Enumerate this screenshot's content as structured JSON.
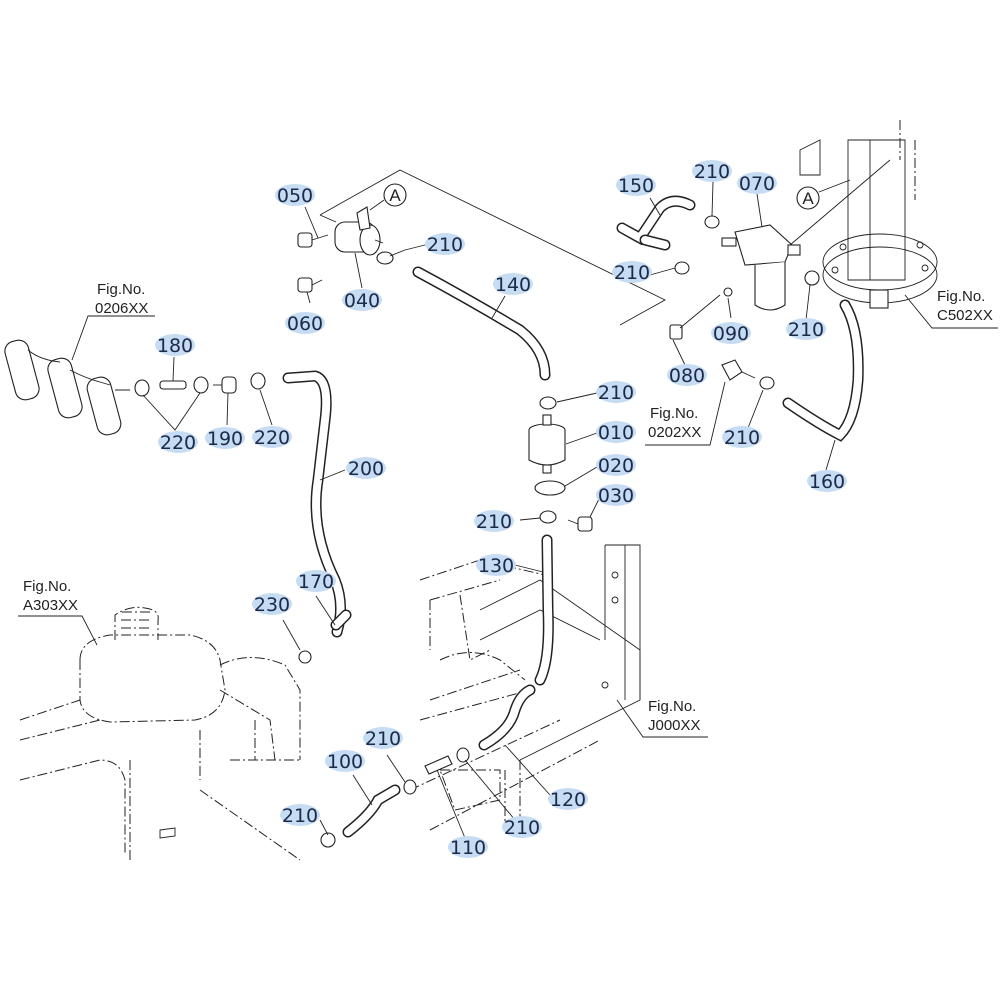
{
  "diagram": {
    "title": "Fuel line parts diagram",
    "label_color": "#1b2a4a",
    "label_highlight_color": "#c6dcf3",
    "callout_letter": "A",
    "fig_references": [
      {
        "id": "fig-0206",
        "line1": "Fig.No.",
        "line2": "0206XX"
      },
      {
        "id": "fig-c502",
        "line1": "Fig.No.",
        "line2": "C502XX"
      },
      {
        "id": "fig-0202",
        "line1": "Fig.No.",
        "line2": "0202XX"
      },
      {
        "id": "fig-a303",
        "line1": "Fig.No.",
        "line2": "A303XX"
      },
      {
        "id": "fig-j000",
        "line1": "Fig.No.",
        "line2": "J000XX"
      }
    ],
    "part_labels": [
      {
        "id": "p050",
        "text": "050"
      },
      {
        "id": "p210a",
        "text": "210"
      },
      {
        "id": "p040",
        "text": "040"
      },
      {
        "id": "p060",
        "text": "060"
      },
      {
        "id": "p140",
        "text": "140"
      },
      {
        "id": "p150",
        "text": "150"
      },
      {
        "id": "p210b",
        "text": "210"
      },
      {
        "id": "p070",
        "text": "070"
      },
      {
        "id": "p210c",
        "text": "210"
      },
      {
        "id": "p090",
        "text": "090"
      },
      {
        "id": "p210d",
        "text": "210"
      },
      {
        "id": "p080",
        "text": "080"
      },
      {
        "id": "p210e",
        "text": "210"
      },
      {
        "id": "p160",
        "text": "160"
      },
      {
        "id": "p180",
        "text": "180"
      },
      {
        "id": "p220a",
        "text": "220"
      },
      {
        "id": "p190",
        "text": "190"
      },
      {
        "id": "p220b",
        "text": "220"
      },
      {
        "id": "p200",
        "text": "200"
      },
      {
        "id": "p210f",
        "text": "210"
      },
      {
        "id": "p010",
        "text": "010"
      },
      {
        "id": "p020",
        "text": "020"
      },
      {
        "id": "p030",
        "text": "030"
      },
      {
        "id": "p210g",
        "text": "210"
      },
      {
        "id": "p130",
        "text": "130"
      },
      {
        "id": "p230",
        "text": "230"
      },
      {
        "id": "p170",
        "text": "170"
      },
      {
        "id": "p210h",
        "text": "210"
      },
      {
        "id": "p100",
        "text": "100"
      },
      {
        "id": "p210i",
        "text": "210"
      },
      {
        "id": "p120",
        "text": "120"
      },
      {
        "id": "p210j",
        "text": "210"
      },
      {
        "id": "p110",
        "text": "110"
      }
    ]
  }
}
